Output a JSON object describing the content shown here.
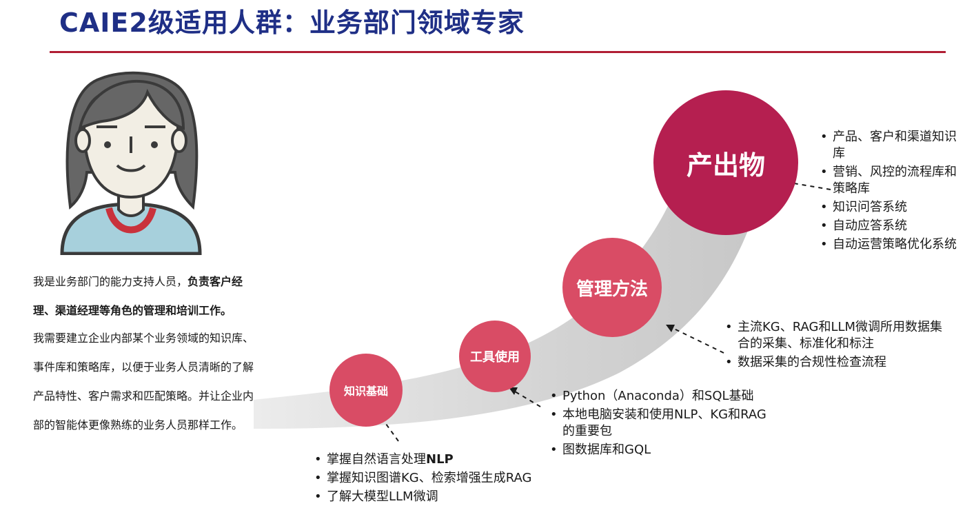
{
  "page": {
    "title": "CAIE2级适用人群：业务部门领域专家"
  },
  "intro": {
    "paragraph1_plain": "我是业务部门的能力支持人员，",
    "paragraph1_bold": "负责客户经理、渠道经理等角色的管理和培训工作。",
    "paragraph2": "我需要建立企业内部某个业务领域的知识库、事件库和策略库，以便于业务人员清晰的了解产品特性、客户需求和匹配策略。并让企业内部的智能体更像熟练的业务人员那样工作。"
  },
  "stages": {
    "knowledge": {
      "label": "知识基础",
      "items_prefix": "掌握自然语言处理",
      "items_bold": "NLP",
      "items": [
        "掌握知识图谱KG、检索增强生成RAG",
        "了解大模型LLM微调"
      ]
    },
    "tools": {
      "label": "工具使用",
      "items": [
        "Python（Anaconda）和SQL基础",
        "本地电脑安装和使用NLP、KG和RAG的重要包",
        "图数据库和GQL"
      ]
    },
    "method": {
      "label": "管理方法",
      "items": [
        "主流KG、RAG和LLM微调所用数据集合的采集、标准化和标注",
        "数据采集的合规性检查流程"
      ]
    },
    "output": {
      "label": "产出物",
      "items": [
        "产品、客户和渠道知识库",
        "营销、风控的流程库和策略库",
        "知识问答系统",
        "自动应答系统",
        "自动运营策略优化系统"
      ]
    }
  },
  "colors": {
    "title": "#1f2f86",
    "divider": "#b01e34",
    "circle_light": "#d94c65",
    "circle_dark": "#b51f50",
    "track": "#d3d3d3"
  }
}
